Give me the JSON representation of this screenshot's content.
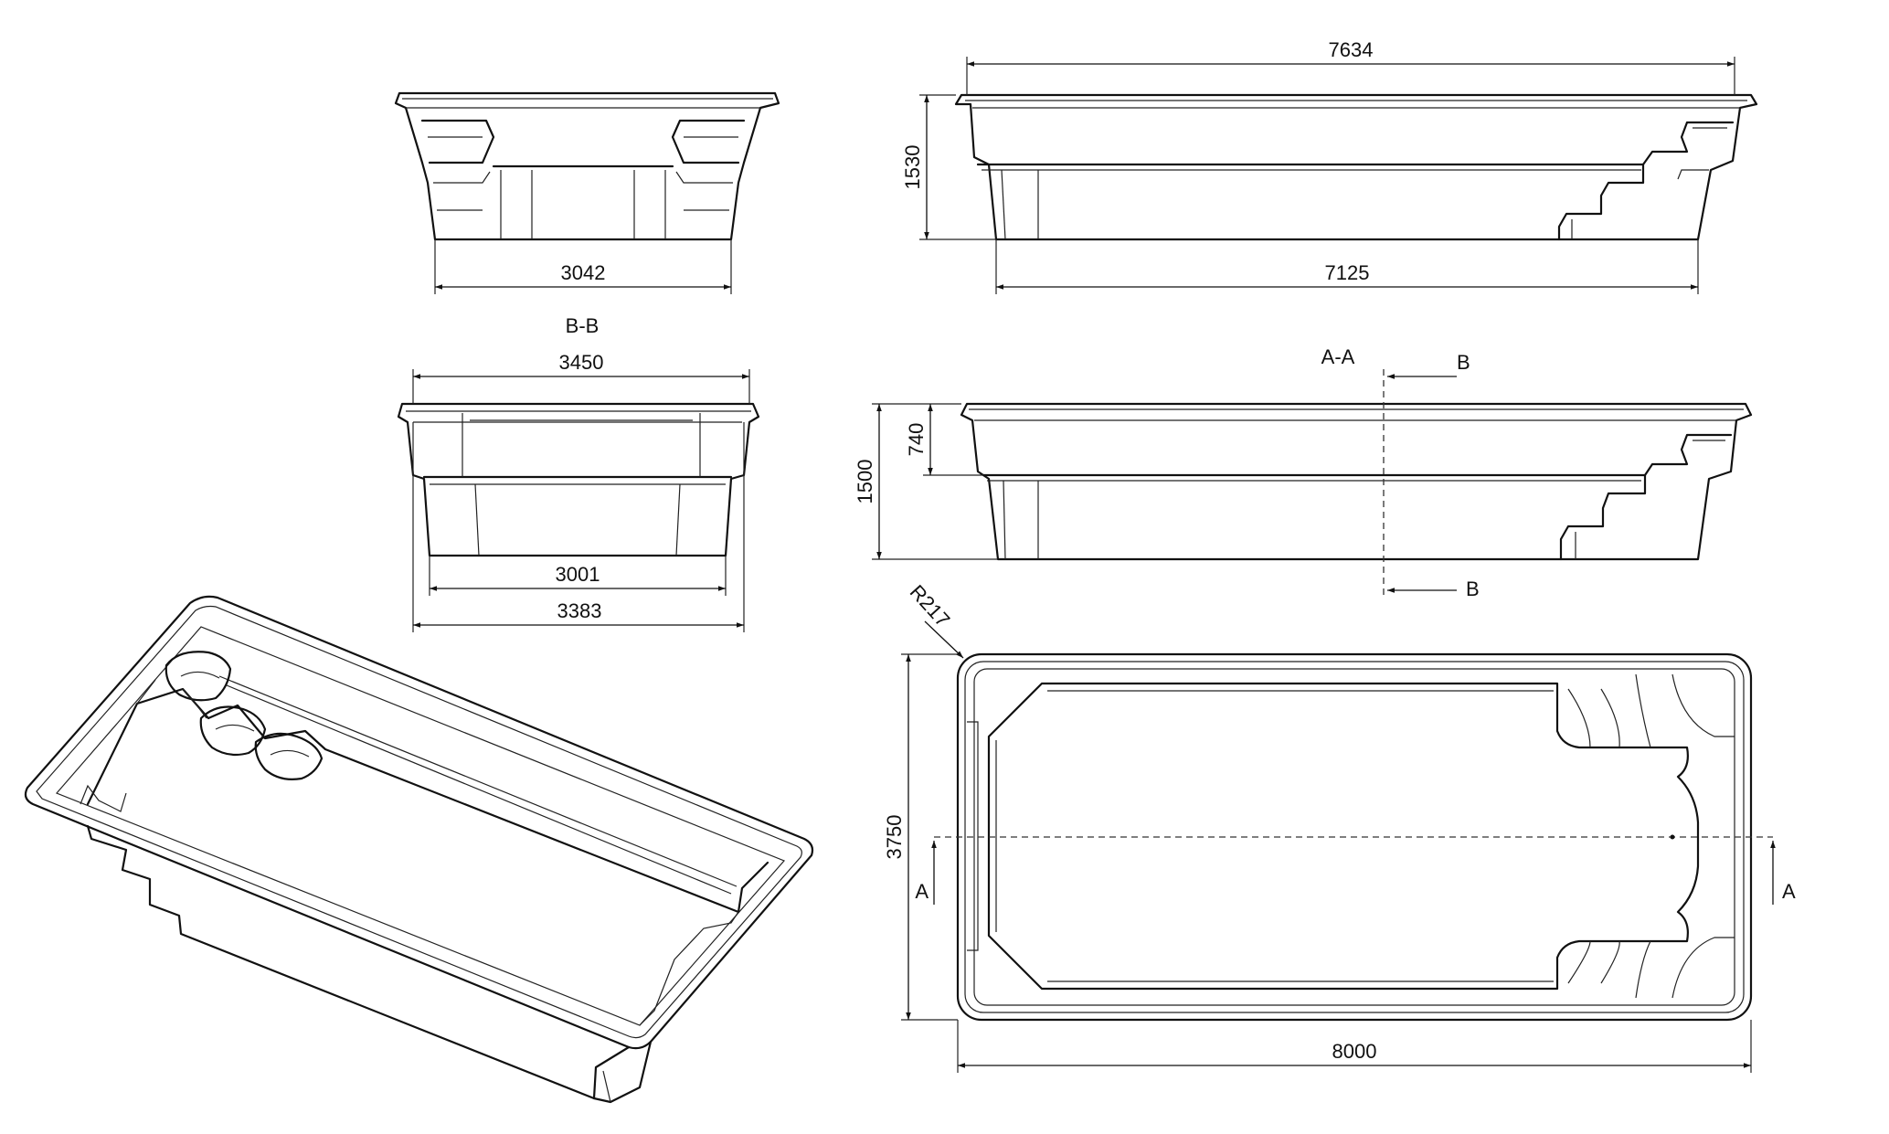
{
  "dimensions": {
    "end_top_width": "3042",
    "side_top_length": "7634",
    "side_top_height": "1530",
    "side_top_bottom_length": "7125",
    "bb_top_width": "3450",
    "bb_bottom_width": "3001",
    "bb_overall_width": "3383",
    "aa_height": "1500",
    "aa_step_height": "740",
    "plan_radius": "R217",
    "plan_width": "3750",
    "plan_length": "8000"
  },
  "sections": {
    "bb": "B-B",
    "aa": "A-A",
    "b_upper": "B",
    "b_lower": "B",
    "a_left": "A",
    "a_right": "A"
  }
}
